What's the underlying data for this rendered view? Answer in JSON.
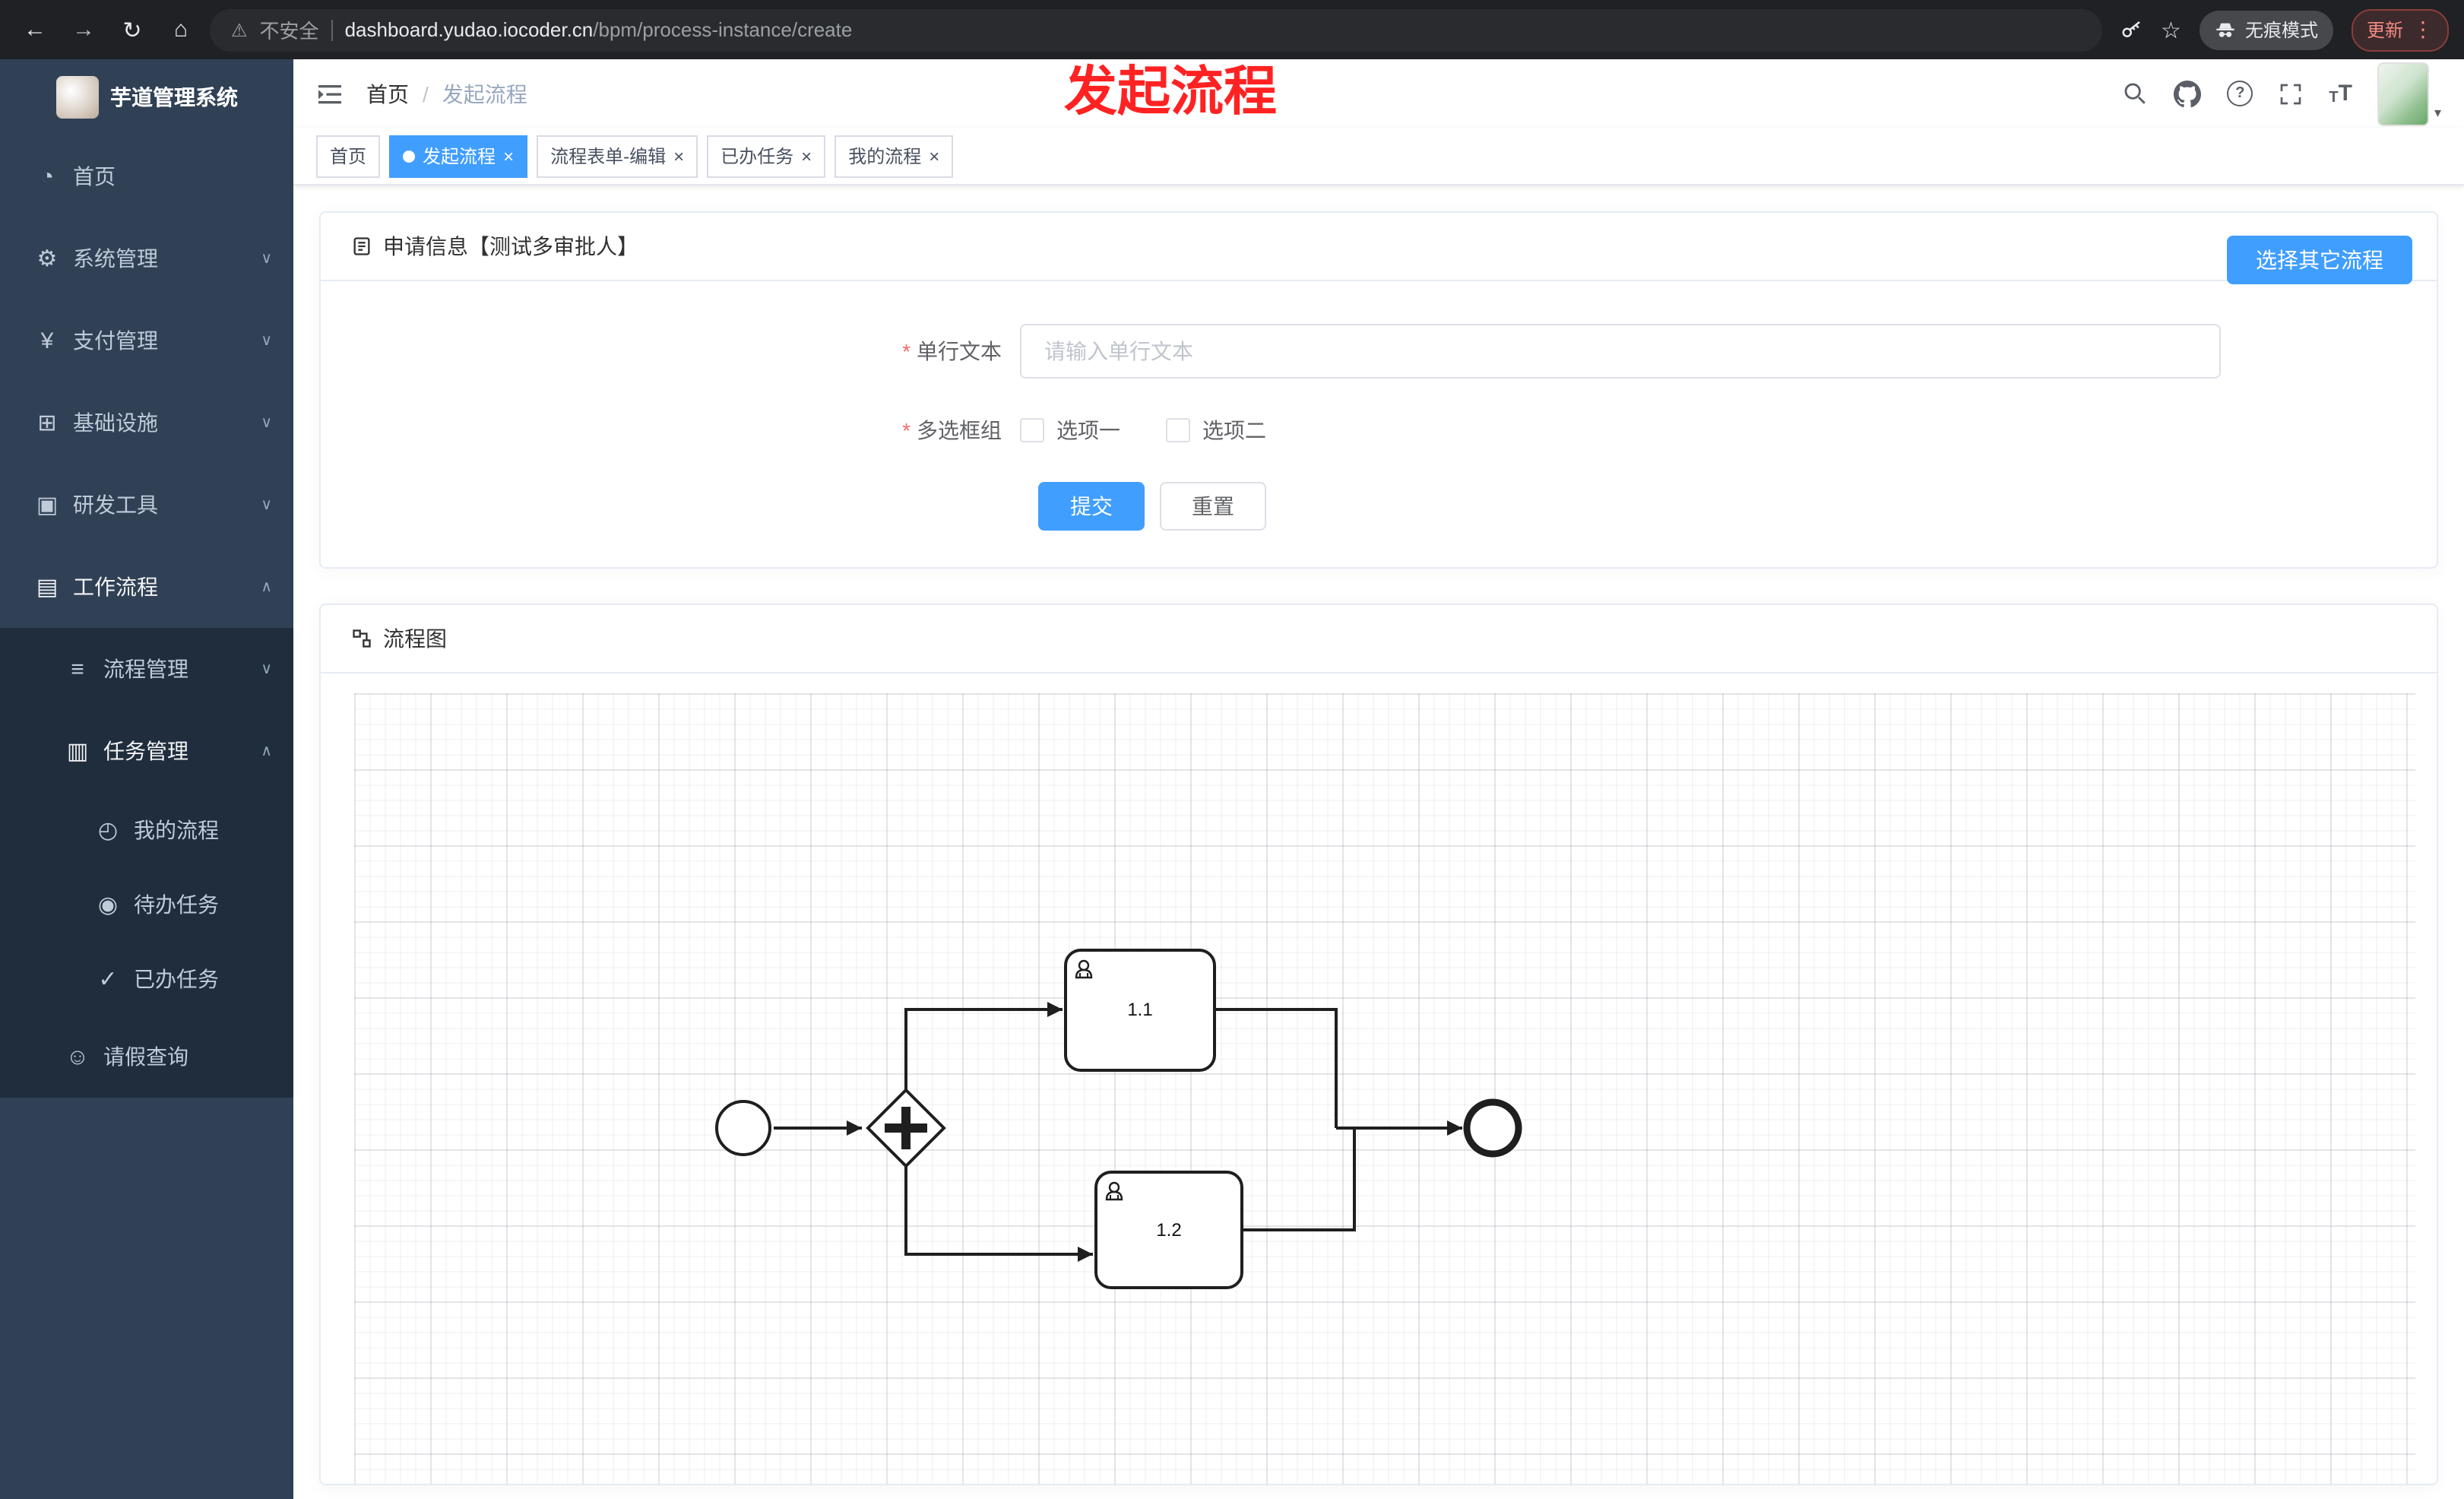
{
  "browser": {
    "security_label": "不安全",
    "url_domain": "dashboard.yudao.iocoder.cn",
    "url_path": "/bpm/process-instance/create",
    "profile_chip": "无痕模式",
    "update_button": "更新"
  },
  "annotation": {
    "text": "发起流程",
    "color": "#ff2222"
  },
  "icons": {
    "back": "←",
    "forward": "→",
    "reload": "↻",
    "home": "⌂",
    "warning": "⚠",
    "star": "☆",
    "kebab": "⋮",
    "close": "×",
    "required_mark": "*",
    "chevron_down": "∨",
    "chevron_up": "∧",
    "caret_down": "▾",
    "help": "?",
    "font_size_letter": "T"
  },
  "sidebar": {
    "logo_title": "芋道管理系统",
    "items": [
      {
        "icon": "◔",
        "label": "首页"
      },
      {
        "icon": "⚙",
        "label": "系统管理",
        "expanded": false
      },
      {
        "icon": "¥",
        "label": "支付管理",
        "expanded": false
      },
      {
        "icon": "⊞",
        "label": "基础设施",
        "expanded": false
      },
      {
        "icon": "▣",
        "label": "研发工具",
        "expanded": false
      },
      {
        "icon": "▤",
        "label": "工作流程",
        "expanded": true
      },
      {
        "icon": "≡",
        "label": "流程管理",
        "expanded": false
      },
      {
        "icon": "▥",
        "label": "任务管理",
        "expanded": true
      },
      {
        "icon": "◴",
        "label": "我的流程"
      },
      {
        "icon": "◉",
        "label": "待办任务"
      },
      {
        "icon": "✓",
        "label": "已办任务"
      },
      {
        "icon": "☺",
        "label": "请假查询"
      }
    ]
  },
  "breadcrumb": {
    "items": [
      "首页",
      "发起流程"
    ],
    "separator": "/"
  },
  "tabs": [
    {
      "label": "首页",
      "active": false,
      "closable": false
    },
    {
      "label": "发起流程",
      "active": true,
      "closable": true
    },
    {
      "label": "流程表单-编辑",
      "active": false,
      "closable": true
    },
    {
      "label": "已办任务",
      "active": false,
      "closable": true
    },
    {
      "label": "我的流程",
      "active": false,
      "closable": true
    }
  ],
  "form_card": {
    "title": "申请信息【测试多审批人】",
    "select_other_flow_button": "选择其它流程",
    "single_line_text": {
      "label": "单行文本",
      "required": true,
      "placeholder": "请输入单行文本",
      "value": ""
    },
    "checkbox_group": {
      "label": "多选框组",
      "required": true,
      "options": [
        {
          "label": "选项一",
          "checked": false
        },
        {
          "label": "选项二",
          "checked": false
        }
      ]
    },
    "submit_button": "提交",
    "reset_button": "重置"
  },
  "diagram_card": {
    "title": "流程图",
    "nodes": {
      "task1": "1.1",
      "task2": "1.2"
    }
  },
  "colors": {
    "primary": "#409eff",
    "sidebar_bg": "#304156",
    "submenu_bg": "#1f2d3d",
    "annotation_red": "#ff2222"
  }
}
